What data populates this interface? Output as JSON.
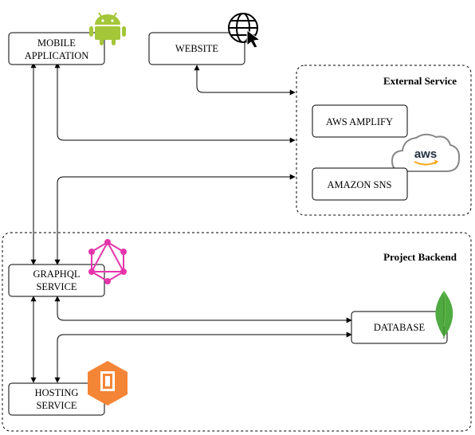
{
  "groups": {
    "external": {
      "label": "External Service"
    },
    "backend": {
      "label": "Project Backend"
    }
  },
  "nodes": {
    "mobile_app": {
      "line1": "MOBILE",
      "line2": "APPLICATION",
      "icon": "android-icon"
    },
    "website": {
      "label": "WEBSITE",
      "icon": "globe-cursor-icon"
    },
    "aws_amplify": {
      "label": "AWS AMPLIFY"
    },
    "amazon_sns": {
      "label": "AMAZON SNS"
    },
    "aws_logo": {
      "label": "aws",
      "icon": "aws-cloud-icon"
    },
    "graphql": {
      "line1": "GRAPHQL",
      "line2": "SERVICE",
      "icon": "graphql-icon"
    },
    "database": {
      "label": "DATABASE",
      "icon": "mongodb-leaf-icon"
    },
    "hosting": {
      "line1": "HOSTING",
      "line2": "SERVICE",
      "icon": "aws-amplify-hexagon-icon"
    }
  },
  "colors": {
    "android": "#a4c639",
    "graphql": "#e535ab",
    "mongodb": "#4faa41",
    "aws_orange": "#f7a81b",
    "amplify_orange": "#f58536"
  }
}
